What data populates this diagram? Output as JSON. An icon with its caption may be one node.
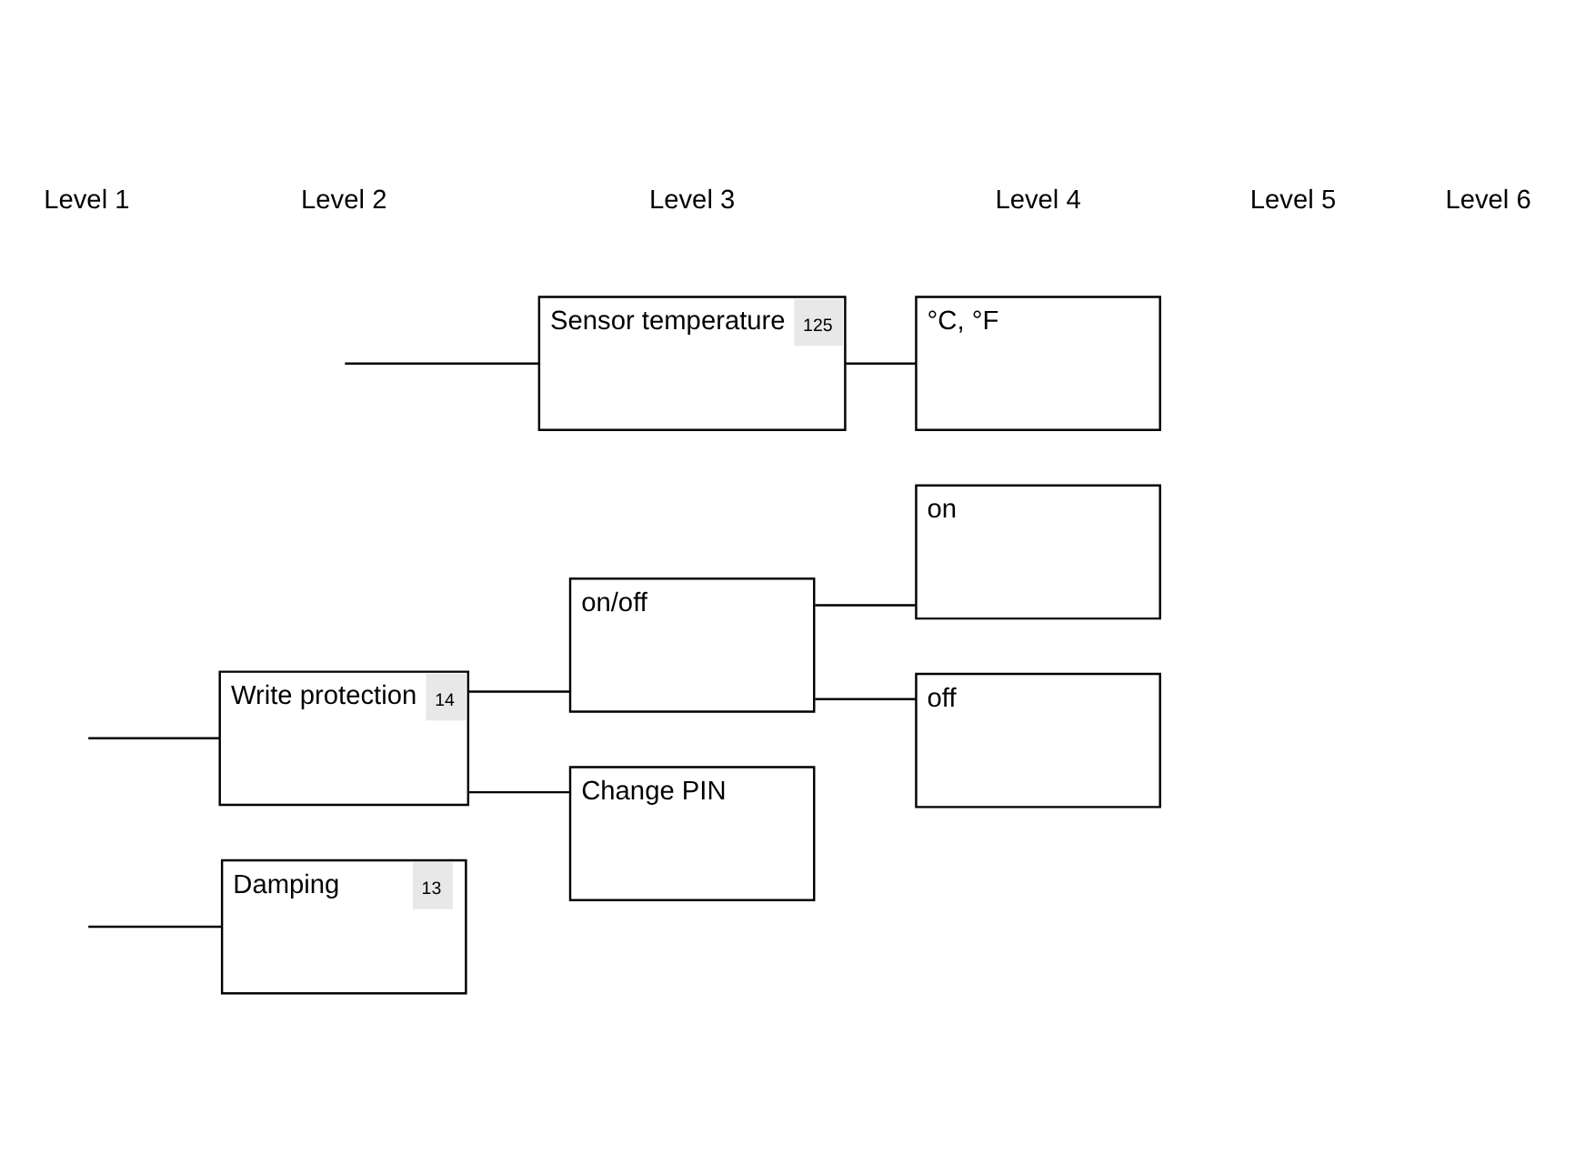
{
  "diagram": {
    "nodes": [
      {
        "text": [
          "Sensor temperature",
          "125"
        ]
      },
      {
        "text": [
          "°C, °F"
        ]
      },
      {
        "text": [
          "Damping",
          "13"
        ]
      },
      {
        "text": [
          "Write protection",
          "14"
        ]
      },
      {
        "text": [
          "on/off"
        ]
      },
      {
        "text": [
          "on"
        ]
      },
      {
        "text": [
          "off"
        ]
      },
      {
        "text": [
          "Change PIN"
        ]
      }
    ],
    "edges": [
      {
        "from": null,
        "to": 0,
        "arrow": "none"
      },
      {
        "from": 0,
        "to": 1,
        "arrow": "none"
      },
      {
        "from": null,
        "to": 2,
        "arrow": "none"
      },
      {
        "from": null,
        "to": 3,
        "arrow": "none"
      },
      {
        "from": 3,
        "to": 4,
        "arrow": "none"
      },
      {
        "from": 4,
        "to": 5,
        "arrow": "none"
      },
      {
        "from": 4,
        "to": 6,
        "arrow": "none"
      },
      {
        "from": 3,
        "to": 7,
        "arrow": "none"
      }
    ],
    "labels": [
      "Level 1",
      "Level 2",
      "Level 3",
      "Level 4",
      "Level 5",
      "Level 6"
    ]
  }
}
